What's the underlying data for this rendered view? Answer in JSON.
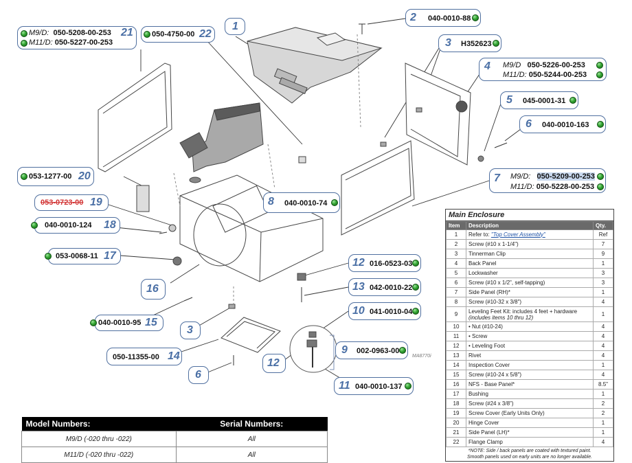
{
  "callouts": [
    {
      "id": "21",
      "lines": [
        {
          "model": "M9/D:",
          "part": "050-5208-00-253"
        },
        {
          "model": "M11/D:",
          "part": "050-5227-00-253"
        }
      ]
    },
    {
      "id": "22",
      "part": "050-4750-00"
    },
    {
      "id": "1"
    },
    {
      "id": "2",
      "part": "040-0010-88"
    },
    {
      "id": "3",
      "part": "H352623"
    },
    {
      "id": "4",
      "lines": [
        {
          "model": "M9/D",
          "part": "050-5226-00-253"
        },
        {
          "model": "M11/D:",
          "part": "050-5244-00-253"
        }
      ]
    },
    {
      "id": "5",
      "part": "045-0001-31"
    },
    {
      "id": "6",
      "part": "040-0010-163"
    },
    {
      "id": "20",
      "part": "053-1277-00"
    },
    {
      "id": "7",
      "lines": [
        {
          "model": "M9/D:",
          "part": "050-5209-00-253"
        },
        {
          "model": "M11/D:",
          "part": "050-5228-00-253"
        }
      ]
    },
    {
      "id": "19",
      "part": "053-0723-00"
    },
    {
      "id": "8",
      "part": "040-0010-74"
    },
    {
      "id": "18",
      "part": "040-0010-124"
    },
    {
      "id": "17",
      "part": "053-0068-11"
    },
    {
      "id": "12",
      "part": "016-0523-03"
    },
    {
      "id": "16"
    },
    {
      "id": "13",
      "part": "042-0010-22"
    },
    {
      "id": "15",
      "part": "040-0010-95"
    },
    {
      "id": "10",
      "part": "041-0010-04"
    },
    {
      "id": "3b",
      "label": "3"
    },
    {
      "id": "9",
      "part": "002-0963-00"
    },
    {
      "id": "14",
      "part": "050-11355-00"
    },
    {
      "id": "12b",
      "label": "12"
    },
    {
      "id": "6b",
      "label": "6"
    },
    {
      "id": "11",
      "part": "040-0010-137"
    }
  ],
  "drawing_ref": "MA8770i",
  "main_enclosure": {
    "title": "Main Enclosure",
    "headers": [
      "Item",
      "Description",
      "Qty."
    ],
    "rows": [
      {
        "item": "1",
        "desc": "Refer to: ",
        "link": "\"Top Cover Assembly\"",
        "qty": "Ref"
      },
      {
        "item": "2",
        "desc": "Screw (#10 x 1-1/4\")",
        "qty": "7"
      },
      {
        "item": "3",
        "desc": "Tinnerman Clip",
        "qty": "9"
      },
      {
        "item": "4",
        "desc": "Back Panel",
        "qty": "1"
      },
      {
        "item": "5",
        "desc": "Lockwasher",
        "qty": "3"
      },
      {
        "item": "6",
        "desc": "Screw (#10 x 1/2\", self-tapping)",
        "qty": "3"
      },
      {
        "item": "7",
        "desc": "Side Panel (RH)*",
        "qty": "1"
      },
      {
        "item": "8",
        "desc": "Screw (#10-32 x 3/8\")",
        "qty": "4"
      },
      {
        "item": "9",
        "desc": "Leveling Feet Kit: includes 4 feet + hardware",
        "desc2": "(includes items 10 thru 12)",
        "qty": "1"
      },
      {
        "item": "10",
        "desc": "• Nut (#10-24)",
        "qty": "4"
      },
      {
        "item": "11",
        "desc": "• Screw",
        "qty": "4"
      },
      {
        "item": "12",
        "desc": "• Leveling Foot",
        "qty": "4"
      },
      {
        "item": "13",
        "desc": "Rivet",
        "qty": "4"
      },
      {
        "item": "14",
        "desc": "Inspection Cover",
        "qty": "1"
      },
      {
        "item": "15",
        "desc": "Screw (#10-24 x 5/8\")",
        "qty": "4"
      },
      {
        "item": "16",
        "desc": "NFS - Base Panel*",
        "qty": "8.5\""
      },
      {
        "item": "17",
        "desc": "Bushing",
        "qty": "1"
      },
      {
        "item": "18",
        "desc": "Screw (#24 x 3/8\")",
        "qty": "2"
      },
      {
        "item": "19",
        "desc": "Screw Cover (Early Units Only)",
        "qty": "2"
      },
      {
        "item": "20",
        "desc": "Hinge Cover",
        "qty": "1"
      },
      {
        "item": "21",
        "desc": "Side Panel (LH)*",
        "qty": "1"
      },
      {
        "item": "22",
        "desc": "Flange Clamp",
        "qty": "4"
      }
    ],
    "note_line1": "*NOTE: Side / back panels are coated with textured paint.",
    "note_line2": "Smooth panels used on early units are no longer available."
  },
  "model_table": {
    "headers": [
      "Model Numbers:",
      "Serial Numbers:"
    ],
    "rows": [
      {
        "model": "M9/D (-020 thru -022)",
        "serial": "All"
      },
      {
        "model": "M11/D (-020 thru -022)",
        "serial": "All"
      }
    ]
  },
  "colors": {
    "callout_border": "#4f6f9f",
    "number": "#4a6fa5",
    "dot": "#35a534",
    "strike": "#d23434",
    "highlight": "#c9d9ef"
  }
}
